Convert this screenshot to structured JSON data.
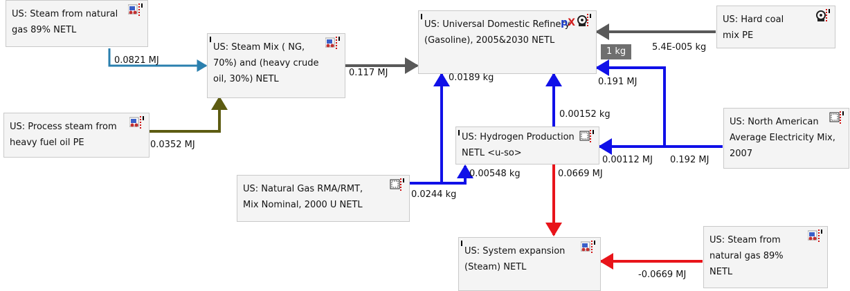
{
  "nodes": {
    "steam_ng_top": {
      "label": "US: Steam from natural gas 89% NETL",
      "icon": "transport-process-icon"
    },
    "steam_mix": {
      "label": "US: Steam Mix ( NG, 70%) and (heavy crude oil, 30%) NETL",
      "icon": "transport-process-icon"
    },
    "process_steam": {
      "label": "US: Process steam from heavy fuel oil PE",
      "icon": "transport-process-icon"
    },
    "refinery": {
      "label": "US: Universal Domestic Refinery (Gasoline), 2005&2030 NETL",
      "icon": "gear-process-icon",
      "badge_p": "p",
      "badge_x": "X"
    },
    "hard_coal": {
      "label": "US: Hard coal mix PE",
      "icon": "gear-process-icon"
    },
    "hydrogen": {
      "label": "US: Hydrogen Production NETL <u-so>",
      "icon": "plan-icon"
    },
    "natural_gas": {
      "label": "US: Natural Gas RMA/RMT, Mix Nominal, 2000 U NETL",
      "icon": "plan-icon"
    },
    "electricity": {
      "label": "US: North American Average Electricity Mix, 2007",
      "icon": "plan-icon"
    },
    "system_expansion": {
      "label": "US: System expansion (Steam) NETL",
      "icon": "transport-process-icon"
    },
    "steam_ng_bottom": {
      "label": "US: Steam from natural gas 89% NETL",
      "icon": "transport-process-icon"
    }
  },
  "flows": {
    "steam_ng_to_mix": "0.0821 MJ",
    "process_steam_to_mix": "0.0352 MJ",
    "mix_to_refinery": "0.117 MJ",
    "coal_to_refinery": "5.4E-005 kg",
    "refinery_reference": "1 kg",
    "electricity_to_refinery": "0.191 MJ",
    "natural_gas_to_refinery": "0.0189 kg",
    "hydrogen_to_refinery": "0.00152 kg",
    "electricity_to_hydrogen": "0.00112 MJ",
    "electricity_total": "0.192 MJ",
    "natural_gas_to_hydrogen": "0.00548 kg",
    "natural_gas_total": "0.0244 kg",
    "hydrogen_to_expansion": "0.0669 MJ",
    "steam_ng_to_expansion": "-0.0669 MJ"
  },
  "colors": {
    "steam_flow": "#2a7fae",
    "process_steam_flow": "#5d5c12",
    "grey_flow": "#595959",
    "blue_flow": "#1010e8",
    "red_flow": "#e8141a"
  }
}
